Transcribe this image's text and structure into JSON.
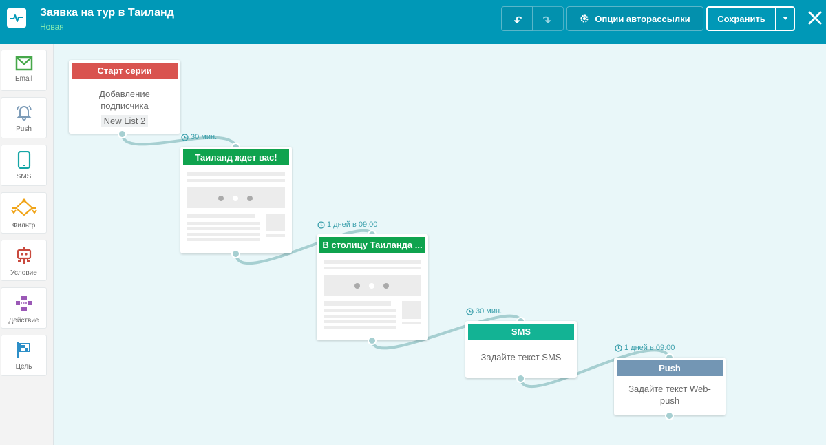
{
  "header": {
    "title": "Заявка на тур в Таиланд",
    "status": "Новая",
    "options_label": "Опции авторассылки",
    "save_label": "Сохранить"
  },
  "sidebar": {
    "items": [
      {
        "label": "Email",
        "icon": "envelope-icon"
      },
      {
        "label": "Push",
        "icon": "bell-icon"
      },
      {
        "label": "SMS",
        "icon": "phone-icon"
      },
      {
        "label": "Фильтр",
        "icon": "filter-icon"
      },
      {
        "label": "Условие",
        "icon": "robot-icon"
      },
      {
        "label": "Действие",
        "icon": "action-icon"
      },
      {
        "label": "Цель",
        "icon": "flag-icon"
      }
    ]
  },
  "nodes": {
    "start": {
      "header": "Старт серии",
      "body": "Добавление подписчика",
      "tag": "New List 2",
      "color": "#d9534f"
    },
    "email1": {
      "header": "Таиланд ждет вас!",
      "color": "#0fa34e"
    },
    "email2": {
      "header": "В столицу Таиланда ...",
      "color": "#0fa34e"
    },
    "sms": {
      "header": "SMS",
      "body": "Задайте текст SMS",
      "color": "#13b394"
    },
    "push": {
      "header": "Push",
      "body": "Задайте текст Web-push",
      "color": "#7396b4"
    }
  },
  "delays": {
    "d1": "30 мин.",
    "d2": "1 дней в 09:00",
    "d3": "30 мин.",
    "d4": "1 дней в 09:00"
  },
  "colors": {
    "header_bg": "#0098b7",
    "canvas_bg": "#e9f7f9",
    "link": "#a6cfd1",
    "accent": "#3a9fab"
  }
}
